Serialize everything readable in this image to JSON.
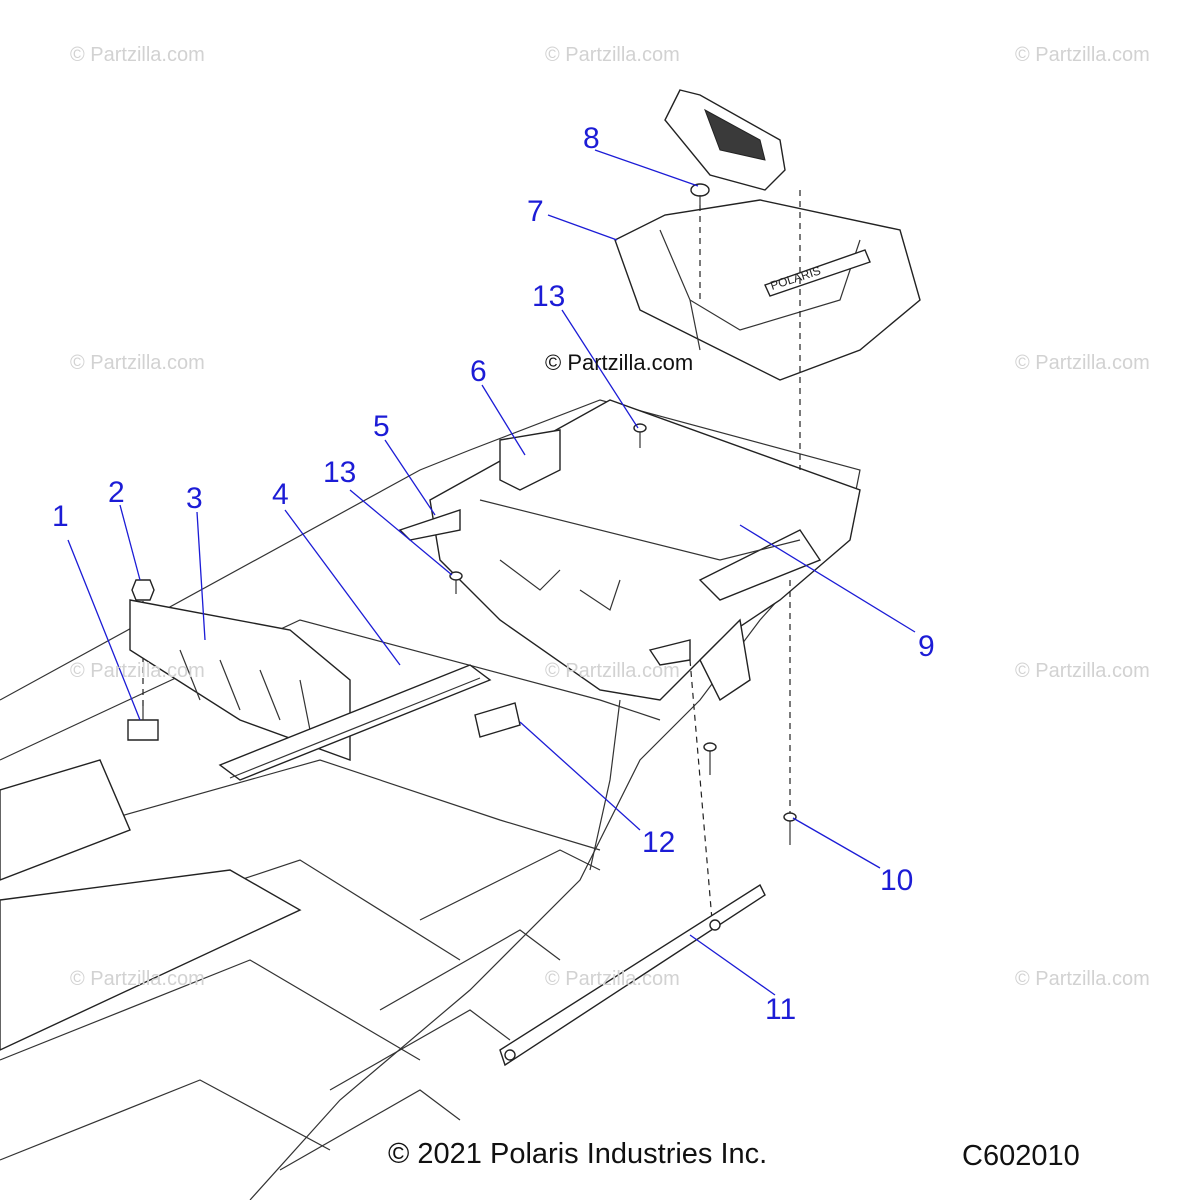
{
  "watermark_text": "© Partzilla.com",
  "center_watermark": "© Partzilla.com",
  "copyright": "© 2021 Polaris Industries Inc.",
  "figure_id": "C602010",
  "brand_mark": "POLARIS",
  "callouts": [
    "1",
    "2",
    "3",
    "4",
    "5",
    "6",
    "13",
    "7",
    "8",
    "13",
    "9",
    "10",
    "11",
    "12"
  ]
}
